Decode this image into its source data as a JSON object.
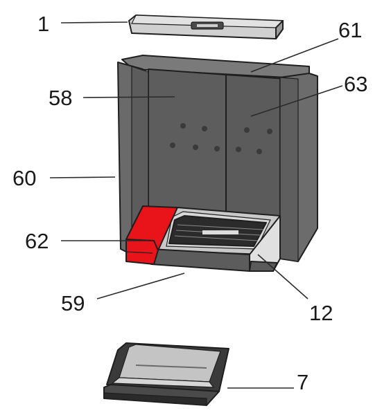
{
  "diagram": {
    "callouts": [
      {
        "id": "1",
        "label": "1"
      },
      {
        "id": "61",
        "label": "61"
      },
      {
        "id": "58",
        "label": "58"
      },
      {
        "id": "63",
        "label": "63"
      },
      {
        "id": "60",
        "label": "60"
      },
      {
        "id": "62",
        "label": "62"
      },
      {
        "id": "59",
        "label": "59"
      },
      {
        "id": "12",
        "label": "12"
      },
      {
        "id": "7",
        "label": "7"
      }
    ],
    "colors": {
      "panel_dark": "#5a5a5a",
      "panel_mid": "#6e6e6e",
      "panel_light": "#8a8a8a",
      "plate_light": "#d4d4d4",
      "highlight_red": "#e8141a",
      "outline": "#1e1e1e"
    }
  }
}
